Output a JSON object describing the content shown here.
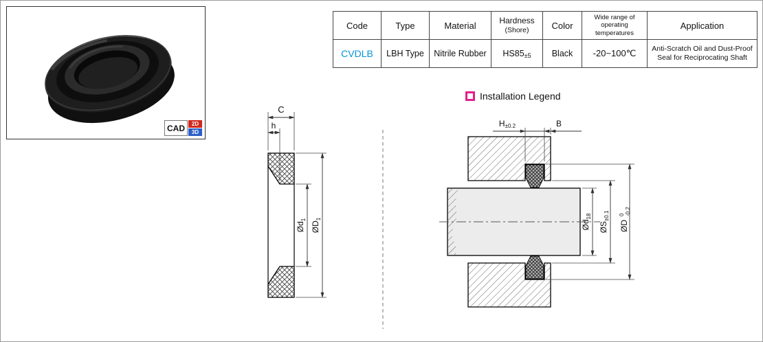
{
  "photo": {
    "cad_label": "CAD",
    "badge_2d": "2D",
    "badge_3d": "3D"
  },
  "table": {
    "headers": {
      "code": "Code",
      "type": "Type",
      "material": "Material",
      "hardness_line1": "Hardness",
      "hardness_line2": "(Shore)",
      "color": "Color",
      "temp_line1": "Wide range of",
      "temp_line2": "operating temperatures",
      "application": "Application"
    },
    "row": {
      "code": "CVDLB",
      "type": "LBH Type",
      "material": "Nitrile Rubber",
      "hardness_main": "HS85",
      "hardness_tol": "±5",
      "color": "Black",
      "temperature": "-20~100℃",
      "application_line1": "Anti-Scratch Oil and Dust-Proof",
      "application_line2": "Seal for Reciprocating Shaft"
    }
  },
  "legend": {
    "title": "Installation Legend"
  },
  "seal_drawing": {
    "dim_width": "C",
    "dim_height": "h",
    "dim_inner_dia_main": "Ød",
    "dim_inner_dia_sub": "1",
    "dim_outer_dia_main": "ØD",
    "dim_outer_dia_sub": "1"
  },
  "install_drawing": {
    "dim_groove_main": "H",
    "dim_groove_tol": "±0.2",
    "dim_face": "B",
    "dim_shaft_main": "Ød",
    "dim_shaft_sub": "18",
    "dim_sleeve_main": "ØS",
    "dim_sleeve_tol": "±0.1",
    "dim_bore_main": "ØD",
    "dim_bore_tol_sup": "0",
    "dim_bore_tol_sub": "-0.2"
  },
  "colors": {
    "code_text": "#0096d6",
    "code_header": "#b03896",
    "legend_accent": "#e0218a",
    "badge_2d_bg": "#d2281e",
    "badge_3d_bg": "#2b5fc7"
  }
}
